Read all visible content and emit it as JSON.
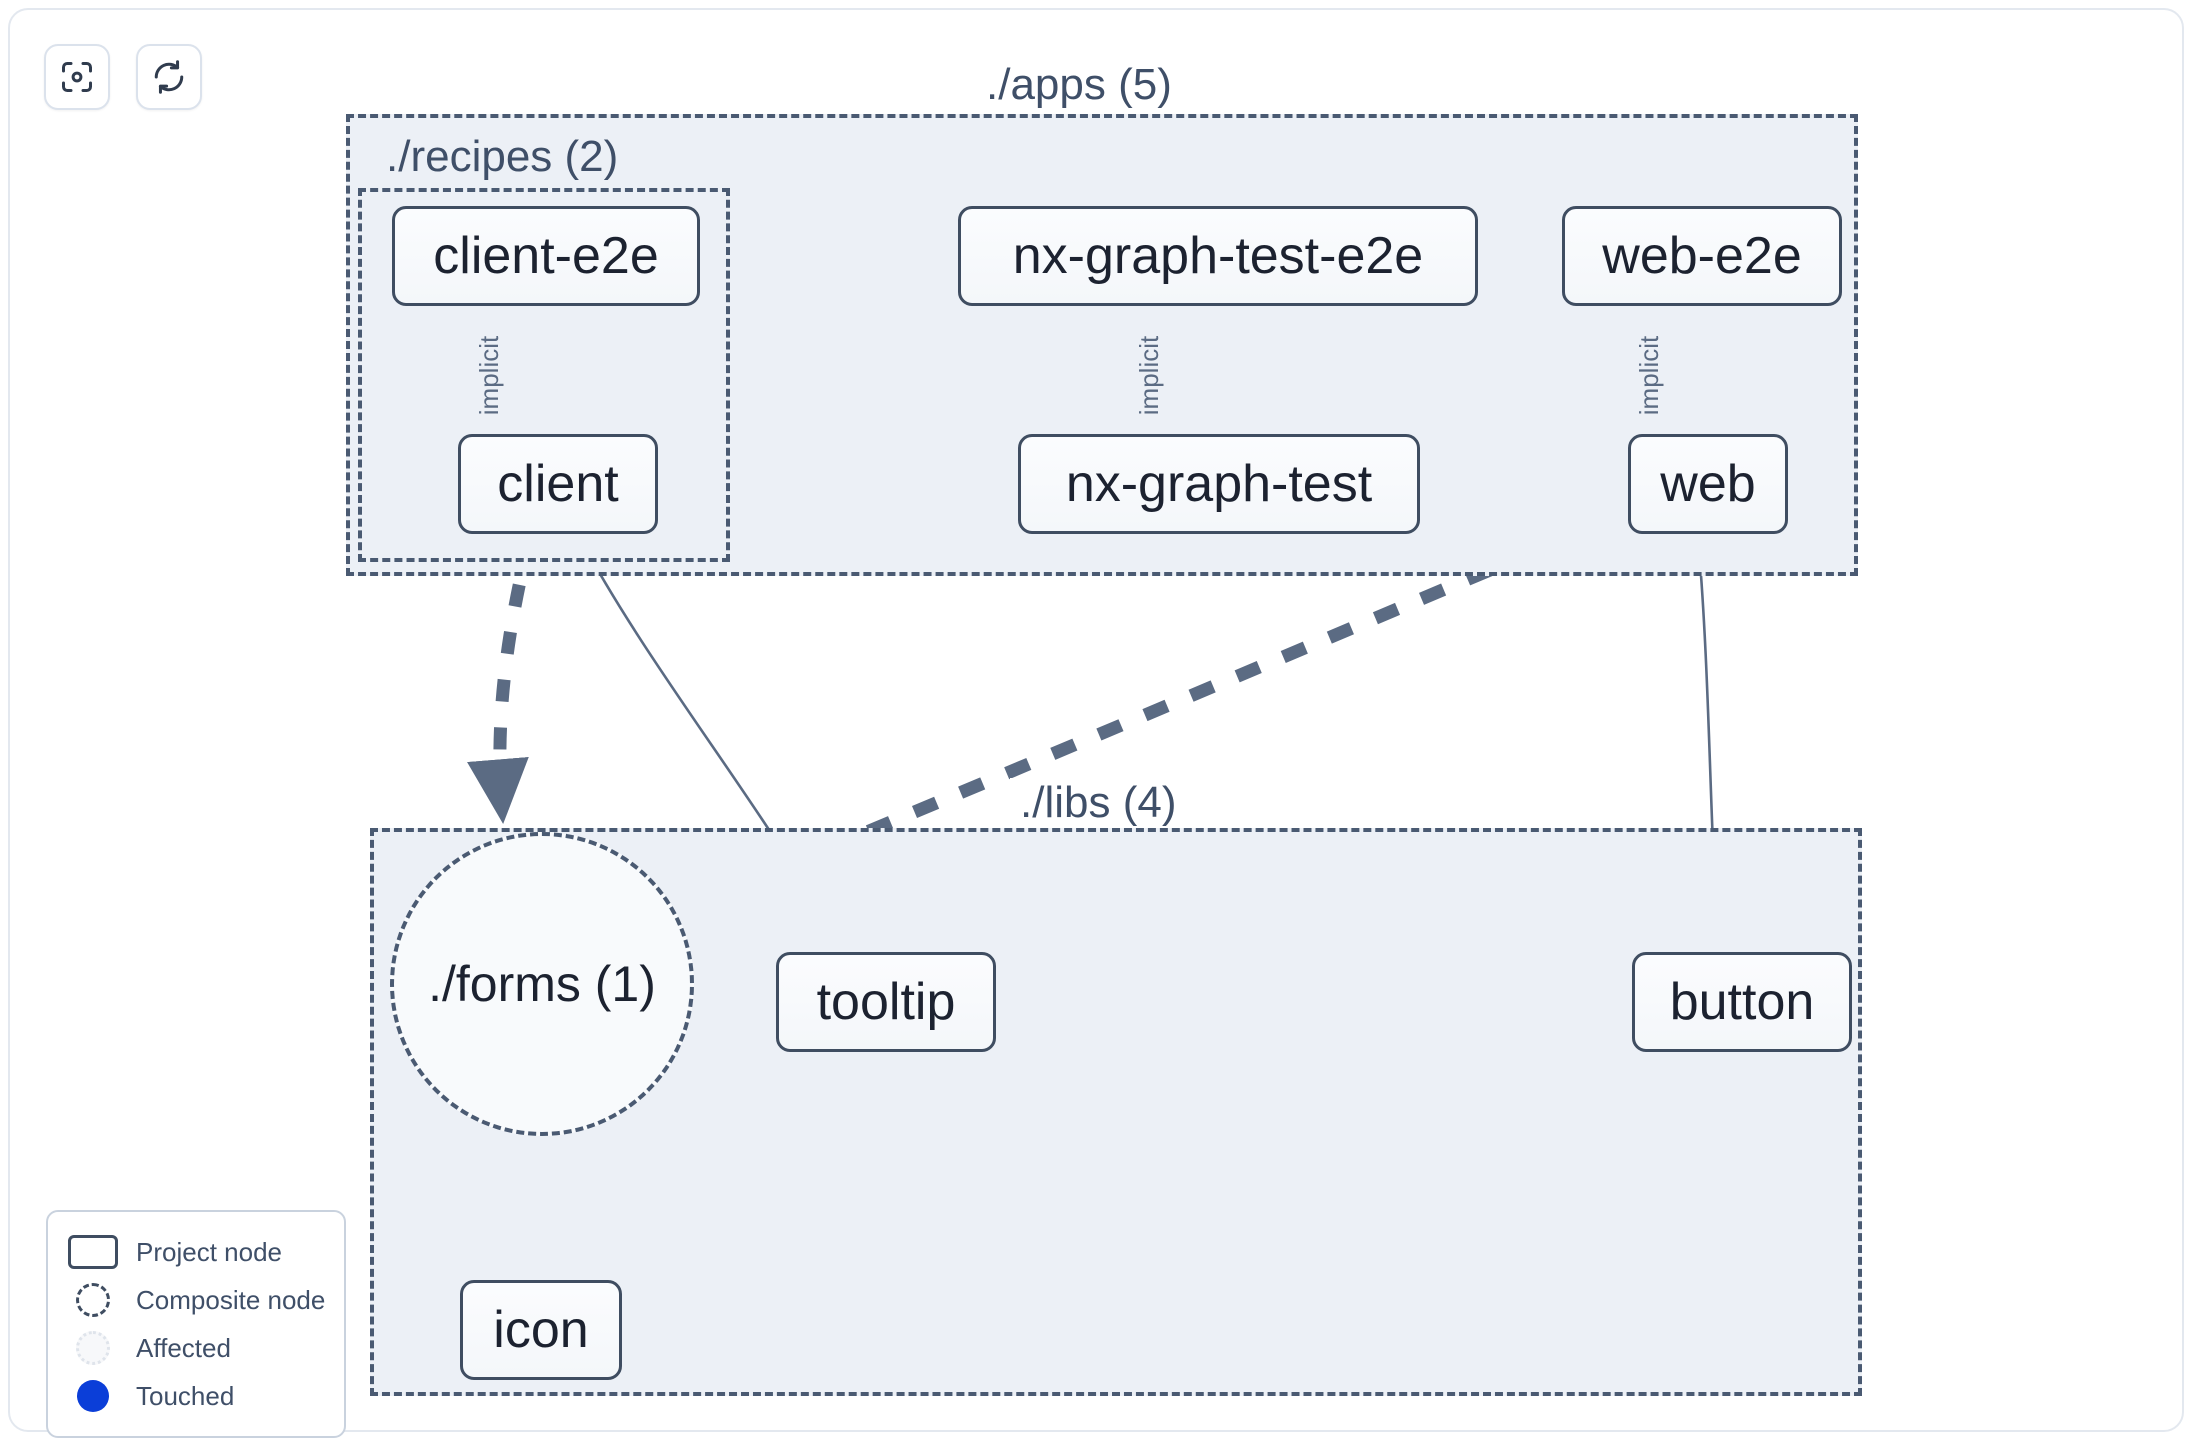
{
  "toolbar": {
    "buttons": [
      {
        "name": "focus-graph-button",
        "icon": "focus-target-icon",
        "label": "Focus graph"
      },
      {
        "name": "refresh-graph-button",
        "icon": "refresh-icon",
        "label": "Refresh graph"
      }
    ]
  },
  "graph": {
    "type": "project-dependency-graph",
    "groups": [
      {
        "id": "apps",
        "label": "./apps (5)",
        "count": 5
      },
      {
        "id": "recipes",
        "label": "./recipes (2)",
        "count": 2,
        "parent": "apps"
      },
      {
        "id": "libs",
        "label": "./libs (4)",
        "count": 4
      }
    ],
    "nodes": [
      {
        "id": "client-e2e",
        "label": "client-e2e",
        "kind": "project",
        "group": "recipes"
      },
      {
        "id": "client",
        "label": "client",
        "kind": "project",
        "group": "recipes"
      },
      {
        "id": "nx-graph-test-e2e",
        "label": "nx-graph-test-e2e",
        "kind": "project",
        "group": "apps"
      },
      {
        "id": "nx-graph-test",
        "label": "nx-graph-test",
        "kind": "project",
        "group": "apps"
      },
      {
        "id": "web-e2e",
        "label": "web-e2e",
        "kind": "project",
        "group": "apps"
      },
      {
        "id": "web",
        "label": "web",
        "kind": "project",
        "group": "apps"
      },
      {
        "id": "forms",
        "label": "./forms (1)",
        "kind": "composite",
        "group": "libs"
      },
      {
        "id": "tooltip",
        "label": "tooltip",
        "kind": "project",
        "group": "libs"
      },
      {
        "id": "button",
        "label": "button",
        "kind": "project",
        "group": "libs"
      },
      {
        "id": "icon",
        "label": "icon",
        "kind": "project",
        "group": "libs"
      }
    ],
    "edges": [
      {
        "from": "client-e2e",
        "to": "client",
        "label": "implicit",
        "style": "thin-solid"
      },
      {
        "from": "nx-graph-test-e2e",
        "to": "nx-graph-test",
        "label": "implicit",
        "style": "thin-solid"
      },
      {
        "from": "web-e2e",
        "to": "web",
        "label": "implicit",
        "style": "thin-solid"
      },
      {
        "from": "client",
        "to": "forms",
        "label": "",
        "style": "thick-dashed"
      },
      {
        "from": "client",
        "to": "tooltip",
        "label": "",
        "style": "thin-solid"
      },
      {
        "from": "web",
        "to": "forms",
        "label": "",
        "style": "thick-dashed"
      },
      {
        "from": "web",
        "to": "button",
        "label": "",
        "style": "thin-solid"
      },
      {
        "from": "forms",
        "to": "icon",
        "label": "",
        "style": "thick-dashed"
      }
    ],
    "edge_labels": {
      "implicit_1": "implicit",
      "implicit_2": "implicit",
      "implicit_3": "implicit"
    }
  },
  "legend": {
    "items": [
      {
        "swatch": "project-node-swatch",
        "label": "Project node"
      },
      {
        "swatch": "composite-node-swatch",
        "label": "Composite node"
      },
      {
        "swatch": "affected-swatch",
        "label": "Affected"
      },
      {
        "swatch": "touched-swatch",
        "label": "Touched"
      }
    ]
  },
  "colors": {
    "canvas": "#ffffff",
    "group_fill": "#ecf0f6",
    "group_border": "#4a5a72",
    "node_fill": "#f8fafc",
    "node_border": "#3f4d61",
    "node_text": "#1c2230",
    "edge": "#5b6b83",
    "touched": "#0b3ed8"
  }
}
